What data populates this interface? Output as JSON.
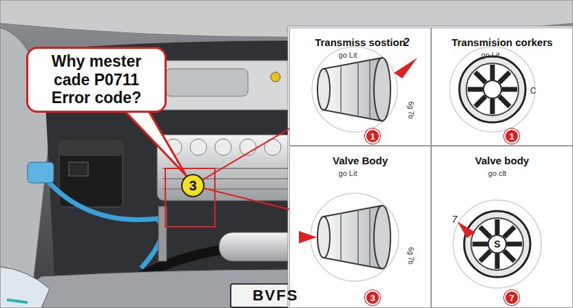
{
  "diagram": {
    "nodes": [
      {
        "text": [
          "Why mester cade P0711 Error code?"
        ]
      },
      {
        "text": [
          "3"
        ]
      },
      {
        "text": [
          "Transmiss sostion"
        ]
      },
      {
        "text": [
          "1"
        ],
        "in": 2
      },
      {
        "text": [
          "Transmision corkers"
        ]
      },
      {
        "text": [
          "1"
        ],
        "in": 4
      },
      {
        "text": [
          "Valve Body"
        ]
      },
      {
        "text": [
          "3"
        ],
        "in": 6
      },
      {
        "text": [
          "Valve body"
        ]
      },
      {
        "text": [
          "7"
        ],
        "in": 8
      }
    ],
    "edges": [
      {
        "from": 1,
        "to": 2,
        "arrow": "none"
      },
      {
        "from": 1,
        "to": 6,
        "arrow": "none"
      }
    ],
    "labels": [
      "go Lit",
      "2",
      "6g 7b",
      "go Lit",
      "C",
      "go Lit",
      "6g 7b",
      "go clt",
      "7",
      "S",
      "BVFS"
    ]
  }
}
